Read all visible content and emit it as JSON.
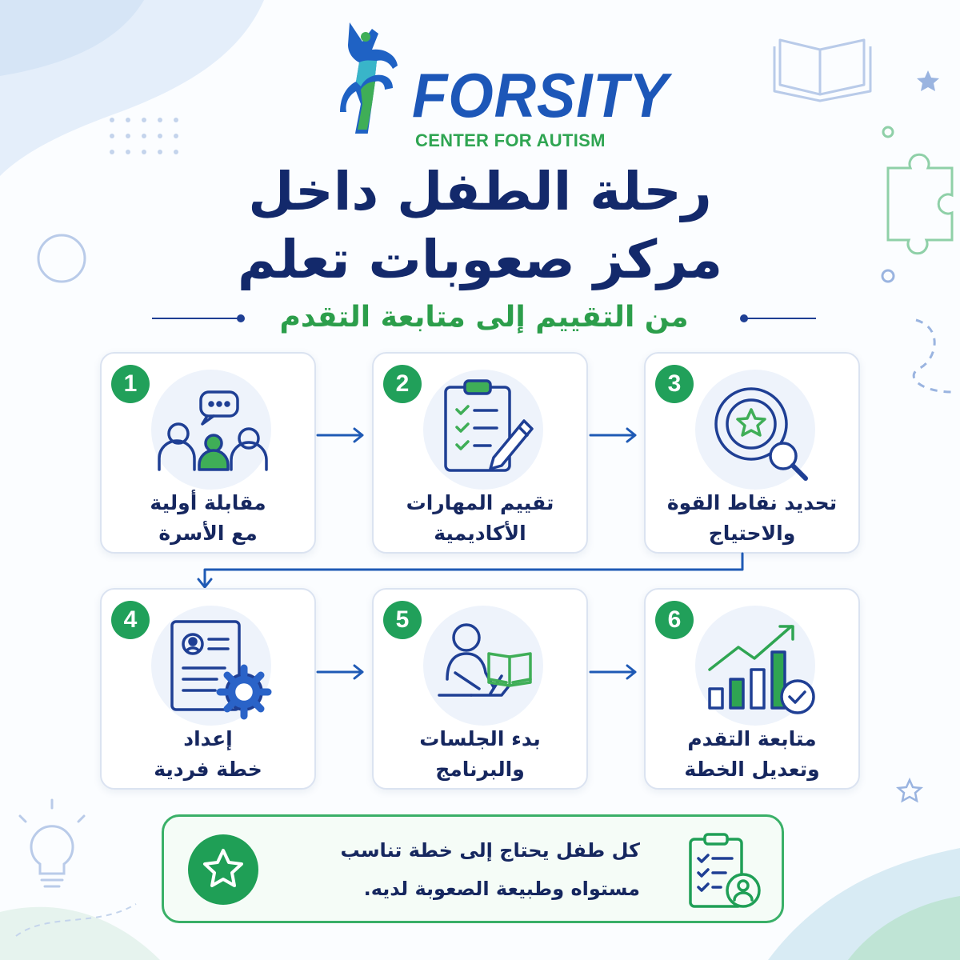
{
  "brand": {
    "name": "FORSITY",
    "tagline": "CENTER FOR AUTISM",
    "logo_icon": "jumping-child-puzzle-icon"
  },
  "title": {
    "line1": "رحلة الطفل داخل",
    "line2": "مركز صعوبات تعلم"
  },
  "subtitle": "من التقييم إلى متابعة التقدم",
  "steps": [
    {
      "number": "1",
      "line1": "مقابلة أولية",
      "line2": "مع الأسرة",
      "icon": "family-chat-icon"
    },
    {
      "number": "2",
      "line1": "تقييم المهارات",
      "line2": "الأكاديمية",
      "icon": "clipboard-checklist-icon"
    },
    {
      "number": "3",
      "line1": "تحديد نقاط القوة",
      "line2": "والاحتياج",
      "icon": "star-magnifier-icon"
    },
    {
      "number": "4",
      "line1": "إعداد",
      "line2": "خطة فردية",
      "icon": "profile-document-gear-icon"
    },
    {
      "number": "5",
      "line1": "بدء الجلسات",
      "line2": "والبرنامج",
      "icon": "student-book-icon"
    },
    {
      "number": "6",
      "line1": "متابعة التقدم",
      "line2": "وتعديل الخطة",
      "icon": "growth-chart-check-icon"
    }
  ],
  "note": {
    "line1": "كل طفل يحتاج إلى خطة تناسب",
    "line2": "مستواه وطبيعة الصعوبة لديه."
  },
  "colors": {
    "navy": "#13296b",
    "blue": "#1d57b8",
    "green": "#21a05a",
    "accent_green": "#2c9e4b"
  }
}
